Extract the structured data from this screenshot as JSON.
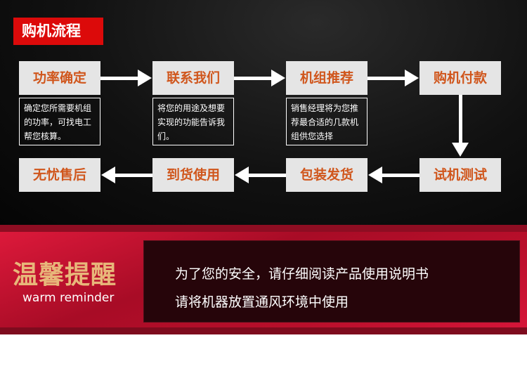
{
  "title": "购机流程",
  "steps": [
    "功率确定",
    "联系我们",
    "机组推荐",
    "购机付款",
    "试机测试",
    "包装发货",
    "到货使用",
    "无忧售后"
  ],
  "descriptions": [
    "确定您所需要机组的功率，可找电工帮您核算。",
    "将您的用途及想要实现的功能告诉我们。",
    "销售经理将为您推荐最合适的几款机组供您选择"
  ],
  "reminder": {
    "title": "温馨提醒",
    "subtitle": "warm reminder",
    "lines": [
      "为了您的安全，请仔细阅读产品使用说明书",
      "请将机器放置通风环境中使用"
    ]
  }
}
